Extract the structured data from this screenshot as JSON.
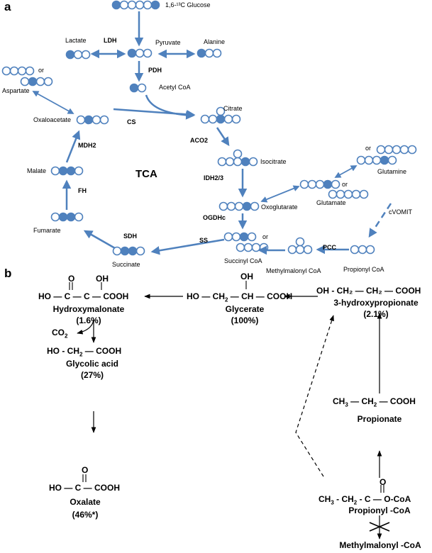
{
  "colors": {
    "arrow": "#4f81bd",
    "carbon_filled": "#4f81bd",
    "carbon_outline": "#4f81bd",
    "text": "#000000"
  },
  "panel_a": {
    "panel_label": "a",
    "center_label": "TCA",
    "metabolites": {
      "glucose": "1,6-¹³C Glucose",
      "lactate": "Lactate",
      "pyruvate": "Pyruvate",
      "alanine": "Alanine",
      "acetyl_coa": "Acetyl CoA",
      "aspartate": "Aspartate",
      "oxaloacetate": "Oxaloacetate",
      "citrate": "Citrate",
      "isocitrate": "Isocitrate",
      "glutamine": "Glutamine",
      "glutamate": "Glutamate",
      "oxoglutarate": "Oxoglutarate",
      "malate": "Malate",
      "fumarate": "Fumarate",
      "succinate": "Succinate",
      "succinyl_coa": "Succinyl CoA",
      "methylmalonyl_coa": "Methylmalonyl CoA",
      "propionyl_coa": "Propionyl CoA",
      "cvomit": "cVOMIT"
    },
    "or_labels": [
      "or",
      "or",
      "or",
      "or"
    ],
    "enzymes": {
      "ldh": "LDH",
      "pdh": "PDH",
      "cs": "CS",
      "aco2": "ACO2",
      "idh": "IDH2/3",
      "ogdhc": "OGDHc",
      "ss": "SS",
      "sdh": "SDH",
      "fh": "FH",
      "mdh2": "MDH2",
      "pcc": "PCC"
    }
  },
  "panel_b": {
    "panel_label": "b",
    "hydroxymalonate": {
      "carbonyl": "O",
      "hydroxyl": "OH",
      "formula": "HO — C — C — COOH",
      "name": "Hydroxymalonate",
      "percent": "(1.6%)"
    },
    "glycerate": {
      "hydroxyl": "OH",
      "formula_pre": "HO — CH",
      "formula_sub": "2",
      "formula_post": " — CH — COOH",
      "name": "Glycerate",
      "percent": "(100%)"
    },
    "hydroxypropionate": {
      "formula": "OH - CH₂ — CH₂ — COOH",
      "name": "3-hydroxypropionate",
      "percent": "(2.1%)"
    },
    "co2": {
      "pre": "CO",
      "sub": "2"
    },
    "glycolic_acid": {
      "formula_pre": "HO - CH",
      "formula_sub": "2",
      "formula_post": " — COOH",
      "name": "Glycolic acid",
      "percent": "(27%)"
    },
    "oxalate": {
      "carbonyl": "O",
      "formula": "HO — C — COOH",
      "name": "Oxalate",
      "percent": "(46%*)"
    },
    "propionate": {
      "formula_pre": "CH",
      "formula_sub1": "3",
      "formula_mid": " — CH",
      "formula_sub2": "2",
      "formula_post": " — COOH",
      "name": "Propionate"
    },
    "propionyl_coa": {
      "carbonyl": "O",
      "formula_pre": "CH",
      "formula_sub1": "3",
      "formula_mid": "  - CH",
      "formula_sub2": "2",
      "formula_post": "  - C  — O-CoA",
      "name": "Propionyl -CoA"
    },
    "methylmalonyl_coa": "Methylmalonyl -CoA"
  }
}
